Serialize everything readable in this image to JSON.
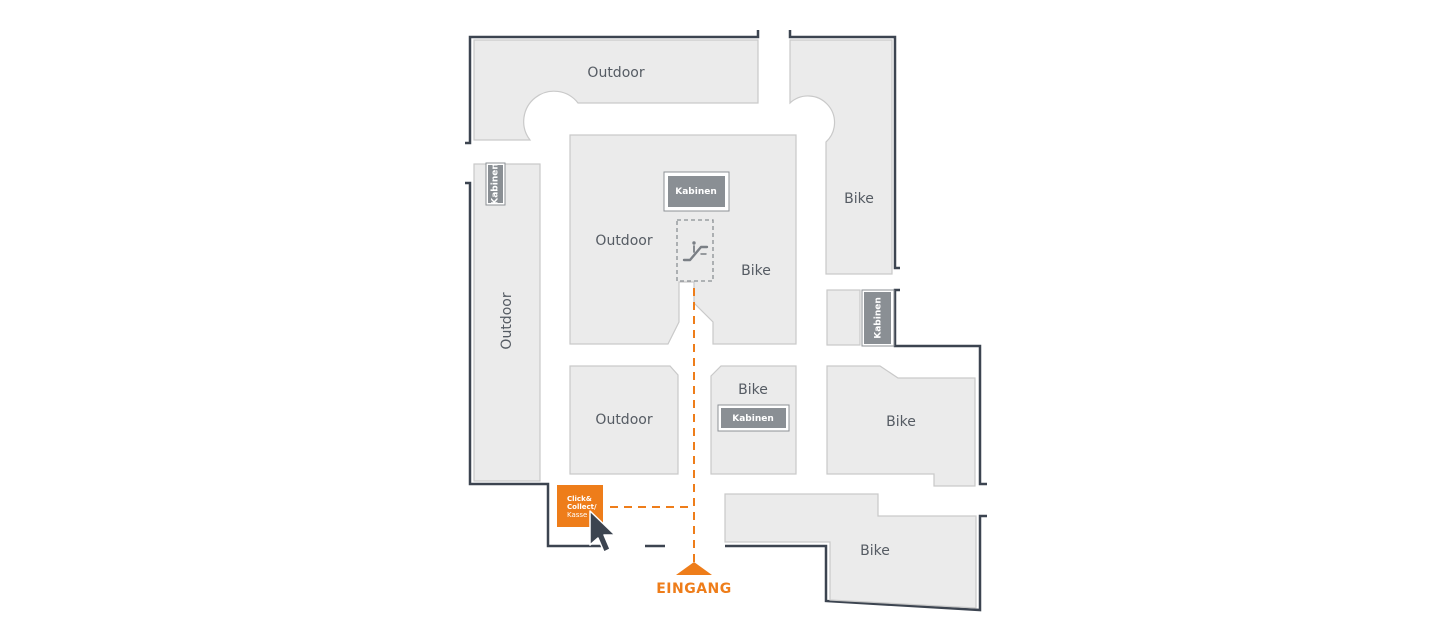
{
  "colors": {
    "accent": "#ee7d1a",
    "zone_fill": "#ebebeb",
    "wall": "#3c4450",
    "cabin": "#8a8f94",
    "label": "#555b63"
  },
  "zones": {
    "outdoor_top": "Outdoor",
    "outdoor_center": "Outdoor",
    "outdoor_left": "Outdoor",
    "outdoor_bottom": "Outdoor",
    "bike_right_top": "Bike",
    "bike_center": "Bike",
    "bike_lower_center": "Bike",
    "bike_right_mid": "Bike",
    "bike_bottom": "Bike"
  },
  "cabins": {
    "center_top": "Kabinen",
    "left_wall": "Kabinen",
    "right": "Kabinen",
    "lower_center": "Kabinen"
  },
  "icons": {
    "escalator": "escalator-icon",
    "cursor": "cursor-arrow-icon",
    "entrance_marker": "triangle-up-icon"
  },
  "click_collect": {
    "line1": "Click&",
    "line2": "Collect/",
    "line3": "Kasse"
  },
  "entrance": {
    "label": "EINGANG"
  }
}
